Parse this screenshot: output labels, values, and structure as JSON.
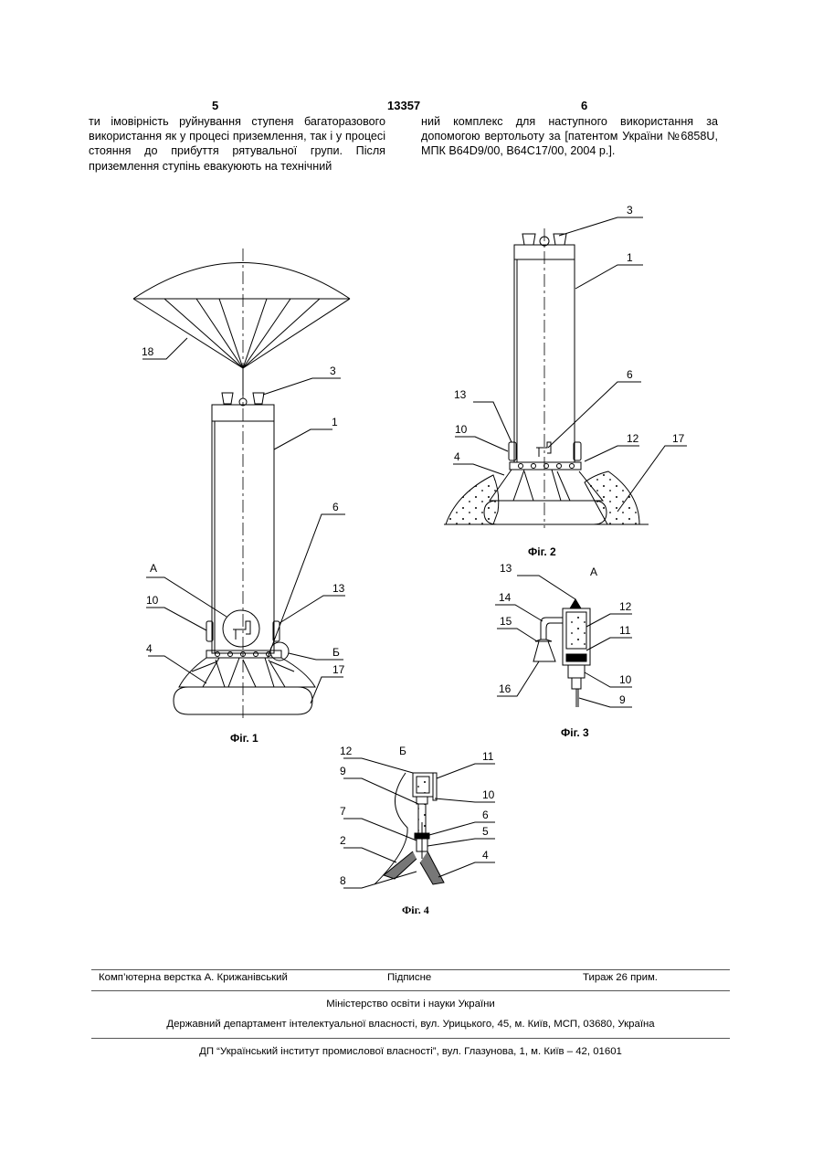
{
  "header": {
    "page_left": "5",
    "patent_number": "13357",
    "page_right": "6"
  },
  "text": {
    "left_column": "ти імовірність руйнування ступеня багаторазового використання як у процесі приземлення, так і у процесі стояння до прибуття рятувальної групи. Після приземлення ступінь евакуюють на технічний",
    "right_column": "ний комплекс для наступного використання за допомогою вертольоту за [патентом України №6858U, МПК B64D9/00, B64C17/00, 2004 р.]."
  },
  "figures": {
    "fig1": {
      "caption": "Фіг. 1",
      "labels": [
        "18",
        "3",
        "1",
        "6",
        "A",
        "10",
        "13",
        "Б",
        "4",
        "17"
      ]
    },
    "fig2": {
      "caption": "Фіг. 2",
      "labels": [
        "3",
        "1",
        "13",
        "6",
        "10",
        "12",
        "17",
        "4"
      ]
    },
    "fig3": {
      "caption": "Фіг. 3",
      "labels": [
        "13",
        "A",
        "14",
        "12",
        "15",
        "11",
        "10",
        "16",
        "9"
      ]
    },
    "fig4": {
      "caption": "Фіг. 4",
      "labels": [
        "12",
        "Б",
        "11",
        "9",
        "10",
        "7",
        "6",
        "5",
        "2",
        "4",
        "8"
      ]
    }
  },
  "footer": {
    "layout": "Комп’ютерна верстка А. Крижанівський",
    "signed": "Підписне",
    "circulation": "Тираж 26 прим.",
    "ministry": "Міністерство освіти і науки України",
    "department": "Державний департамент інтелектуальної власності, вул. Урицького, 45, м. Київ, МСП, 03680, Україна",
    "institute": "ДП “Український інститут промислової власності”, вул. Глазунова, 1, м. Київ – 42, 01601"
  }
}
